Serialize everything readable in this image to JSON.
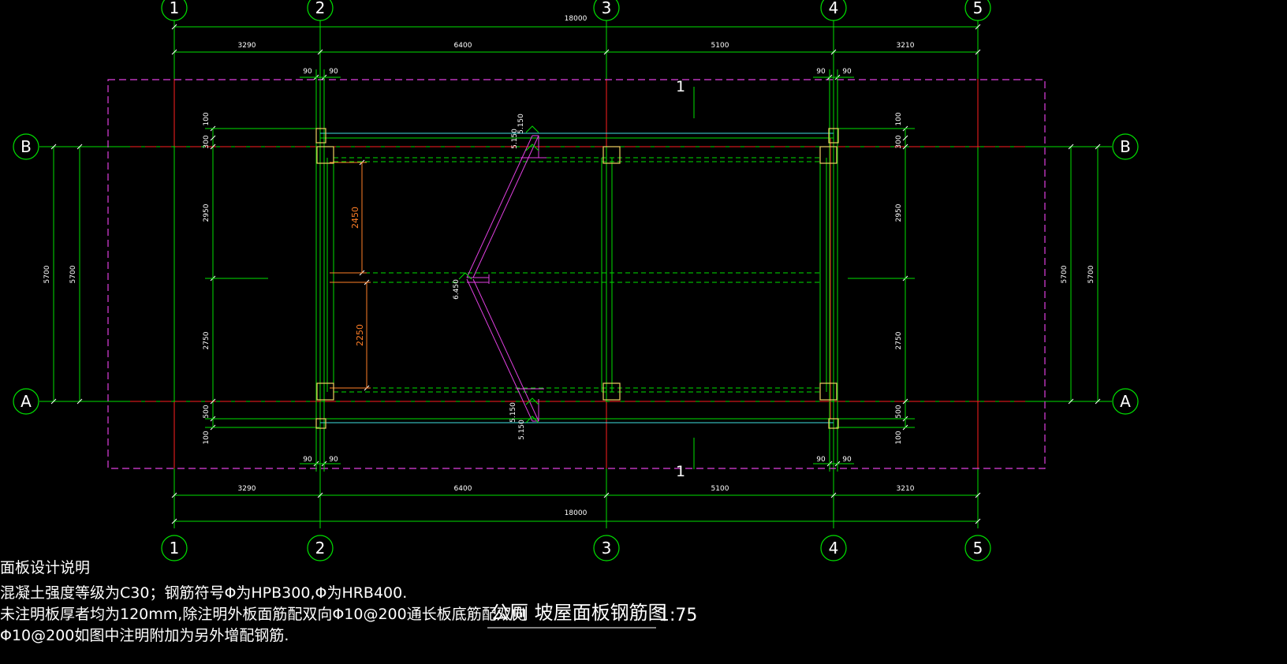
{
  "drawing": {
    "title": "公厕  坡屋面板钢筋图",
    "scale": "1:75",
    "notes": [
      "面板设计说明",
      "混凝土强度等级为C30；钢筋符号Φ为HPB300,Φ为HRB400.",
      "未注明板厚者均为120mm,除注明外板面筋配双向Φ10@200通长板底筋配双向",
      "Φ10@200如图中注明附加为另外增配钢筋."
    ]
  },
  "grid_axes": {
    "vertical": [
      "1",
      "2",
      "3",
      "4",
      "5"
    ],
    "horizontal": [
      "B",
      "A"
    ]
  },
  "dimensions": {
    "overall_top": "18000",
    "overall_bottom": "18000",
    "spans_top": [
      "3290",
      "6400",
      "5100",
      "3210"
    ],
    "spans_bottom": [
      "3290",
      "6400",
      "5100",
      "3210"
    ],
    "wall_offsets": [
      "90",
      "90",
      "90",
      "90"
    ],
    "left_outer": "5700",
    "left_inner": "5700",
    "right_outer": "5700",
    "right_inner": "5700",
    "left_chain": [
      "100",
      "300",
      "2950",
      "2750",
      "500",
      "100"
    ],
    "right_chain": [
      "100",
      "300",
      "2950",
      "2750",
      "500",
      "100"
    ],
    "beam_spacing": [
      "2450",
      "2250"
    ],
    "section_mark": "1",
    "elevations": [
      "5.150",
      "5.150",
      "6.450",
      "5.150",
      "5.150"
    ]
  }
}
